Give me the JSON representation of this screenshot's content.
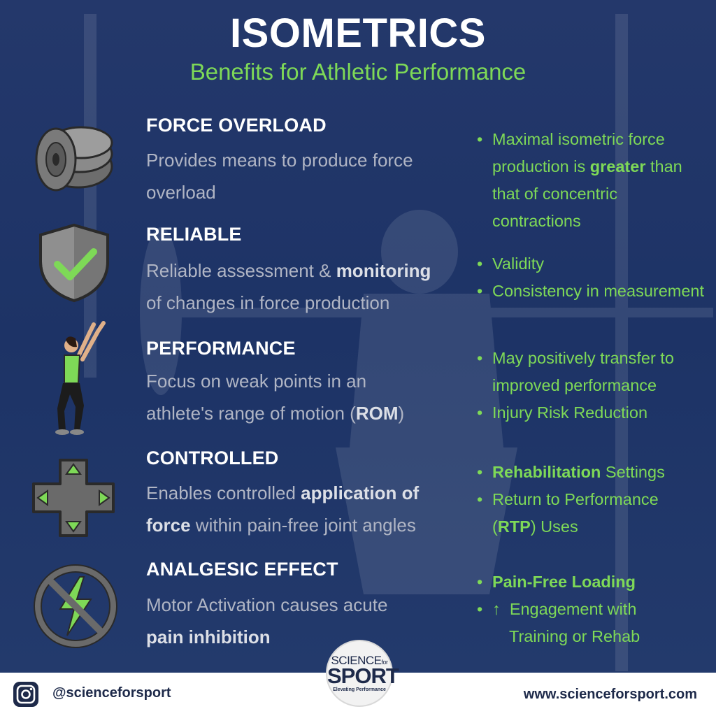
{
  "header": {
    "title": "ISOMETRICS",
    "subtitle": "Benefits for Athletic Performance"
  },
  "benefits": [
    {
      "icon": "weight-plates-icon",
      "heading": "FORCE OVERLOAD",
      "desc_1": "Provides means to produce force",
      "desc_2": "overload",
      "bullets": [
        {
          "pre": "Maximal isometric force production is ",
          "bold": "greater",
          "post": " than that of concentric contractions"
        }
      ]
    },
    {
      "icon": "shield-check-icon",
      "heading": "RELIABLE",
      "desc_pre": "Reliable assessment & ",
      "desc_bold": "monitoring",
      "desc_post": "of changes in force production",
      "bullets": [
        {
          "text": "Validity"
        },
        {
          "text": "Consistency in measurement"
        }
      ]
    },
    {
      "icon": "athlete-squat-icon",
      "heading": "PERFORMANCE",
      "desc_1": "Focus on weak points in an",
      "desc_2_pre": "athlete's range of motion (",
      "desc_2_bold": "ROM",
      "desc_2_post": ")",
      "bullets": [
        {
          "text": "May positively transfer to improved performance"
        },
        {
          "text": "Injury Risk Reduction"
        }
      ]
    },
    {
      "icon": "direction-pad-icon",
      "heading": "CONTROLLED",
      "desc_pre": "Enables controlled ",
      "desc_bold_1": "application of",
      "desc_bold_2": "force",
      "desc_post": " within pain-free joint angles",
      "bullets": [
        {
          "bold": "Rehabilitation",
          "post": " Settings"
        },
        {
          "pre": "Return to Performance (",
          "bold": "RTP",
          "post": ") Uses"
        }
      ]
    },
    {
      "icon": "no-lightning-icon",
      "heading": "ANALGESIC EFFECT",
      "desc_1": "Motor Activation causes acute",
      "desc_2_bold": "pain inhibition",
      "bullets": [
        {
          "bold": "Pain-Free Loading"
        },
        {
          "arrow": "↑",
          "text_1": "Engagement with",
          "text_2": "Training or Rehab"
        }
      ]
    }
  ],
  "logo": {
    "line_1": "SCIENCE",
    "for": "for",
    "line_2": "SPORT",
    "tagline": "Elevating Performance"
  },
  "footer": {
    "icon": "instagram-icon",
    "handle": "@scienceforsport",
    "website": "www.scienceforsport.com"
  },
  "colors": {
    "background": "#1e3264",
    "accent_green": "#7ed957",
    "heading_white": "#ffffff",
    "desc_gray": "#b0b5c4"
  }
}
